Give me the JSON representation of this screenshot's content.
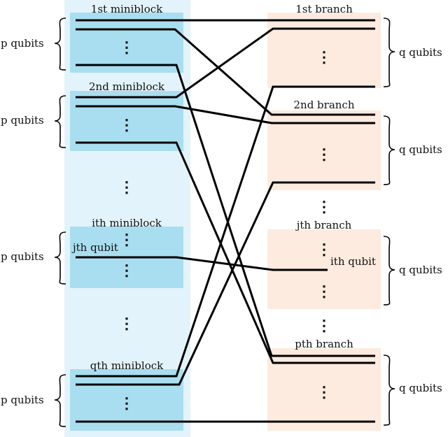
{
  "colors": {
    "outer_panel": "#e3f3fb",
    "miniblock": "#a9def0",
    "branch": "#fdebdf",
    "wire": "#000000"
  },
  "miniblocks": {
    "first": "1st miniblock",
    "second": "2nd miniblock",
    "ith": "ith miniblock",
    "qth": "qth miniblock"
  },
  "branches": {
    "first": "1st branch",
    "second": "2nd branch",
    "jth": "jth branch",
    "pth": "pth branch"
  },
  "qubit_labels": {
    "p": "p qubits",
    "q": "q qubits",
    "jth_qubit": "jth qubit",
    "ith_qubit": "ith qubit"
  },
  "ellipsis": "⋮"
}
